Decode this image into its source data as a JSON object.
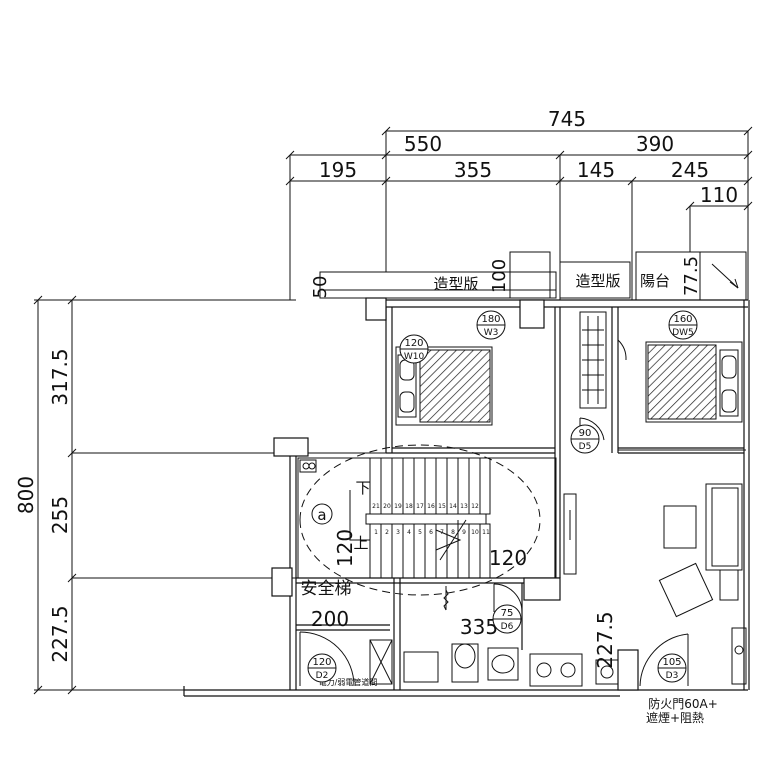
{
  "dimensions": {
    "top_overall": "745",
    "top_left_span": "550",
    "top_right_span": "390",
    "seg_195": "195",
    "seg_355": "355",
    "seg_145": "145",
    "seg_245": "245",
    "seg_110": "110",
    "seg_50": "50",
    "seg_100": "100",
    "seg_77_5": "77.5",
    "left_overall": "800",
    "left_317_5": "317.5",
    "left_255": "255",
    "left_227_5": "227.5",
    "stair_120_v": "120",
    "stair_120_h": "120",
    "dim_200": "200",
    "dim_335": "335",
    "dim_227_5_inner": "227.5"
  },
  "labels": {
    "feature_board_1": "造型版",
    "feature_board_2": "造型版",
    "balcony": "陽台",
    "safety_stair": "安全梯",
    "stair_down": "下",
    "stair_up": "上",
    "stair_marker": "a",
    "utility_shaft": "電力/弱電管道間",
    "fire_door_line1": "防火門60A+",
    "fire_door_line2": "遮煙+阻熱"
  },
  "stair_numbers": {
    "top": [
      "21",
      "20",
      "19",
      "18",
      "17",
      "16",
      "15",
      "14",
      "13",
      "12"
    ],
    "bottom": [
      "1",
      "2",
      "3",
      "4",
      "5",
      "6",
      "7",
      "8",
      "9",
      "10",
      "11"
    ]
  },
  "tags": [
    {
      "top": "180",
      "bottom": "W3"
    },
    {
      "top": "120",
      "bottom": "W10"
    },
    {
      "top": "160",
      "bottom": "DW5"
    },
    {
      "top": "90",
      "bottom": "D5"
    },
    {
      "top": "75",
      "bottom": "D6"
    },
    {
      "top": "120",
      "bottom": "D2"
    },
    {
      "top": "105",
      "bottom": "D3"
    }
  ]
}
